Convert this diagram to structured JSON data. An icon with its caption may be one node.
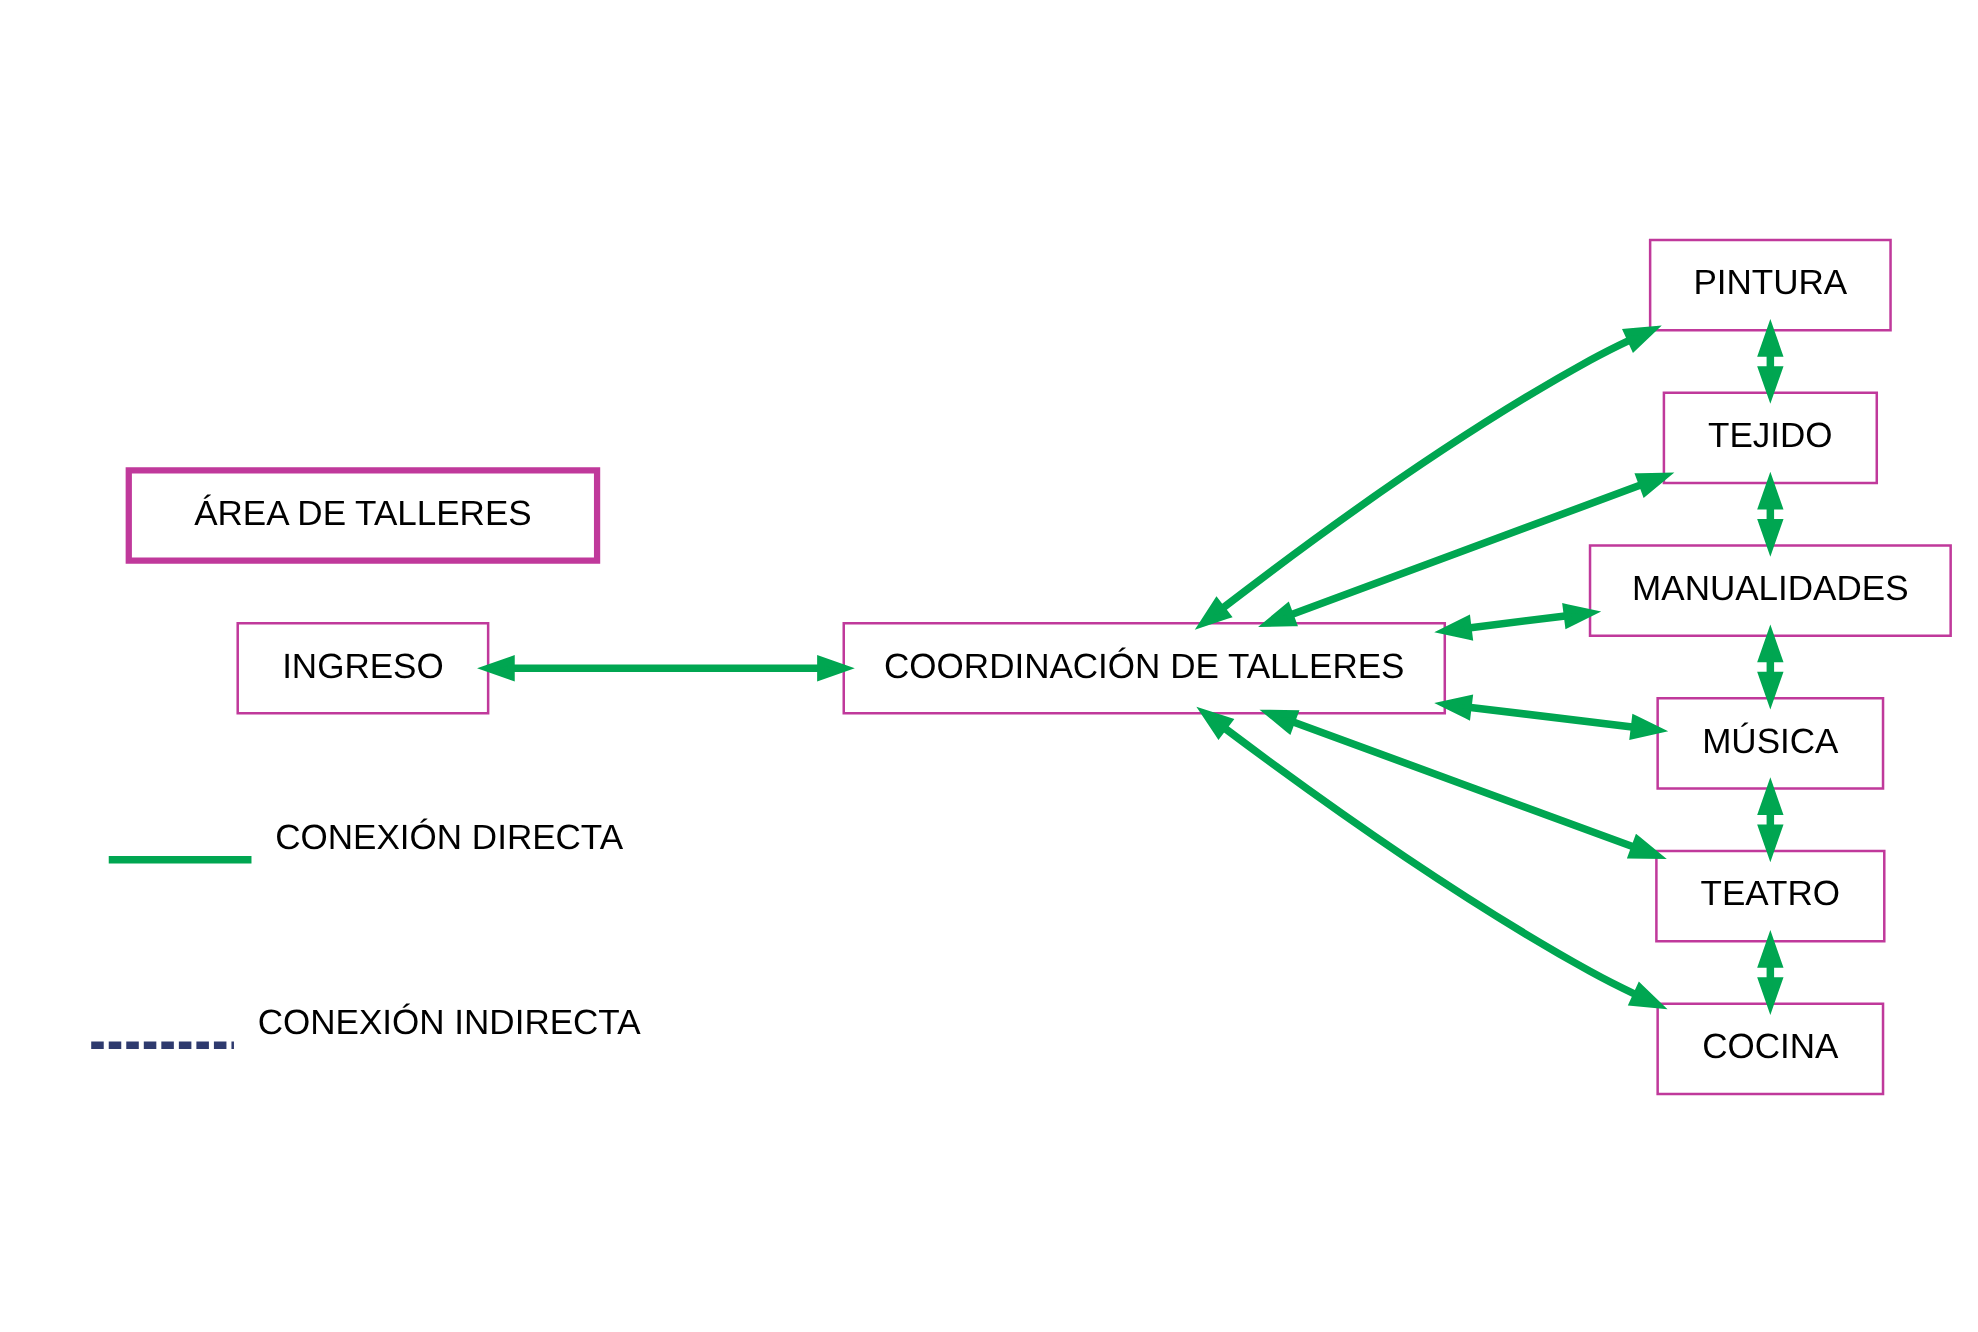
{
  "diagram": {
    "nodes": [
      {
        "text": [
          "ÁREA DE TALLERES"
        ]
      },
      {
        "text": [
          "INGRESO"
        ]
      },
      {
        "text": [
          "COORDINACIÓN DE TALLERES"
        ]
      },
      {
        "text": [
          "PINTURA"
        ]
      },
      {
        "text": [
          "TEJIDO"
        ]
      },
      {
        "text": [
          "MANUALIDADES"
        ]
      },
      {
        "text": [
          "MÚSICA"
        ]
      },
      {
        "text": [
          "TEATRO"
        ]
      },
      {
        "text": [
          "COCINA"
        ]
      }
    ],
    "edges": [
      {
        "from": 1,
        "to": 2,
        "arrow": "both"
      },
      {
        "from": 2,
        "to": 3,
        "arrow": "both"
      },
      {
        "from": 2,
        "to": 4,
        "arrow": "both"
      },
      {
        "from": 2,
        "to": 5,
        "arrow": "both"
      },
      {
        "from": 2,
        "to": 6,
        "arrow": "both"
      },
      {
        "from": 2,
        "to": 7,
        "arrow": "both"
      },
      {
        "from": 2,
        "to": 8,
        "arrow": "both"
      },
      {
        "from": 3,
        "to": 4,
        "arrow": "both"
      },
      {
        "from": 4,
        "to": 5,
        "arrow": "both"
      },
      {
        "from": 5,
        "to": 6,
        "arrow": "both"
      },
      {
        "from": 6,
        "to": 7,
        "arrow": "both"
      },
      {
        "from": 7,
        "to": 8,
        "arrow": "both"
      }
    ],
    "legend": [
      {
        "text": "CONEXIÓN DIRECTA"
      },
      {
        "text": "CONEXIÓN INDIRECTA"
      }
    ]
  }
}
